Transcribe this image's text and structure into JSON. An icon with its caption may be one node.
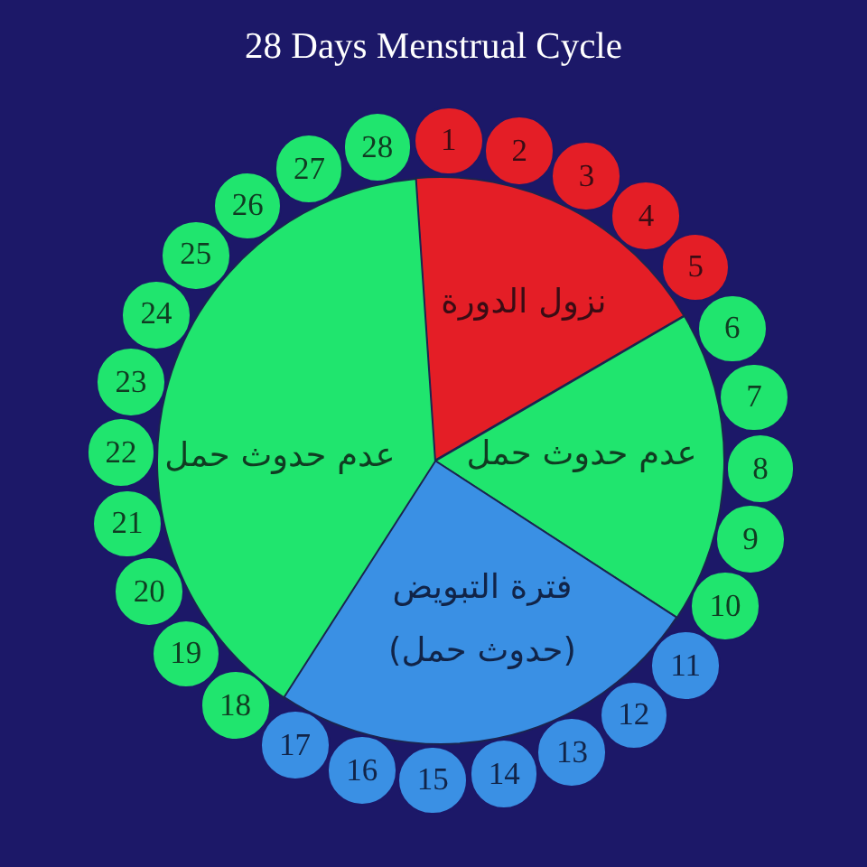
{
  "diagram": {
    "title": "28 Days Menstrual Cycle",
    "nodes": [
      {
        "text": [
          "نزول الدورة"
        ]
      },
      {
        "text": [
          "عدم حدوث حمل"
        ]
      },
      {
        "text": [
          "فترة التبويض (حدوث حمل)"
        ]
      },
      {
        "text": [
          "عدم حدوث حمل"
        ]
      },
      {
        "text": [
          "1"
        ]
      },
      {
        "text": [
          "2"
        ]
      },
      {
        "text": [
          "3"
        ]
      },
      {
        "text": [
          "4"
        ]
      },
      {
        "text": [
          "5"
        ]
      },
      {
        "text": [
          "6"
        ]
      },
      {
        "text": [
          "7"
        ]
      },
      {
        "text": [
          "8"
        ]
      },
      {
        "text": [
          "9"
        ]
      },
      {
        "text": [
          "10"
        ]
      },
      {
        "text": [
          "11"
        ]
      },
      {
        "text": [
          "12"
        ]
      },
      {
        "text": [
          "13"
        ]
      },
      {
        "text": [
          "14"
        ]
      },
      {
        "text": [
          "15"
        ]
      },
      {
        "text": [
          "16"
        ]
      },
      {
        "text": [
          "17"
        ]
      },
      {
        "text": [
          "18"
        ]
      },
      {
        "text": [
          "19"
        ]
      },
      {
        "text": [
          "20"
        ]
      },
      {
        "text": [
          "21"
        ]
      },
      {
        "text": [
          "22"
        ]
      },
      {
        "text": [
          "23"
        ]
      },
      {
        "text": [
          "24"
        ]
      },
      {
        "text": [
          "25"
        ]
      },
      {
        "text": [
          "26"
        ]
      },
      {
        "text": [
          "27"
        ]
      },
      {
        "text": [
          "28"
        ]
      }
    ]
  }
}
